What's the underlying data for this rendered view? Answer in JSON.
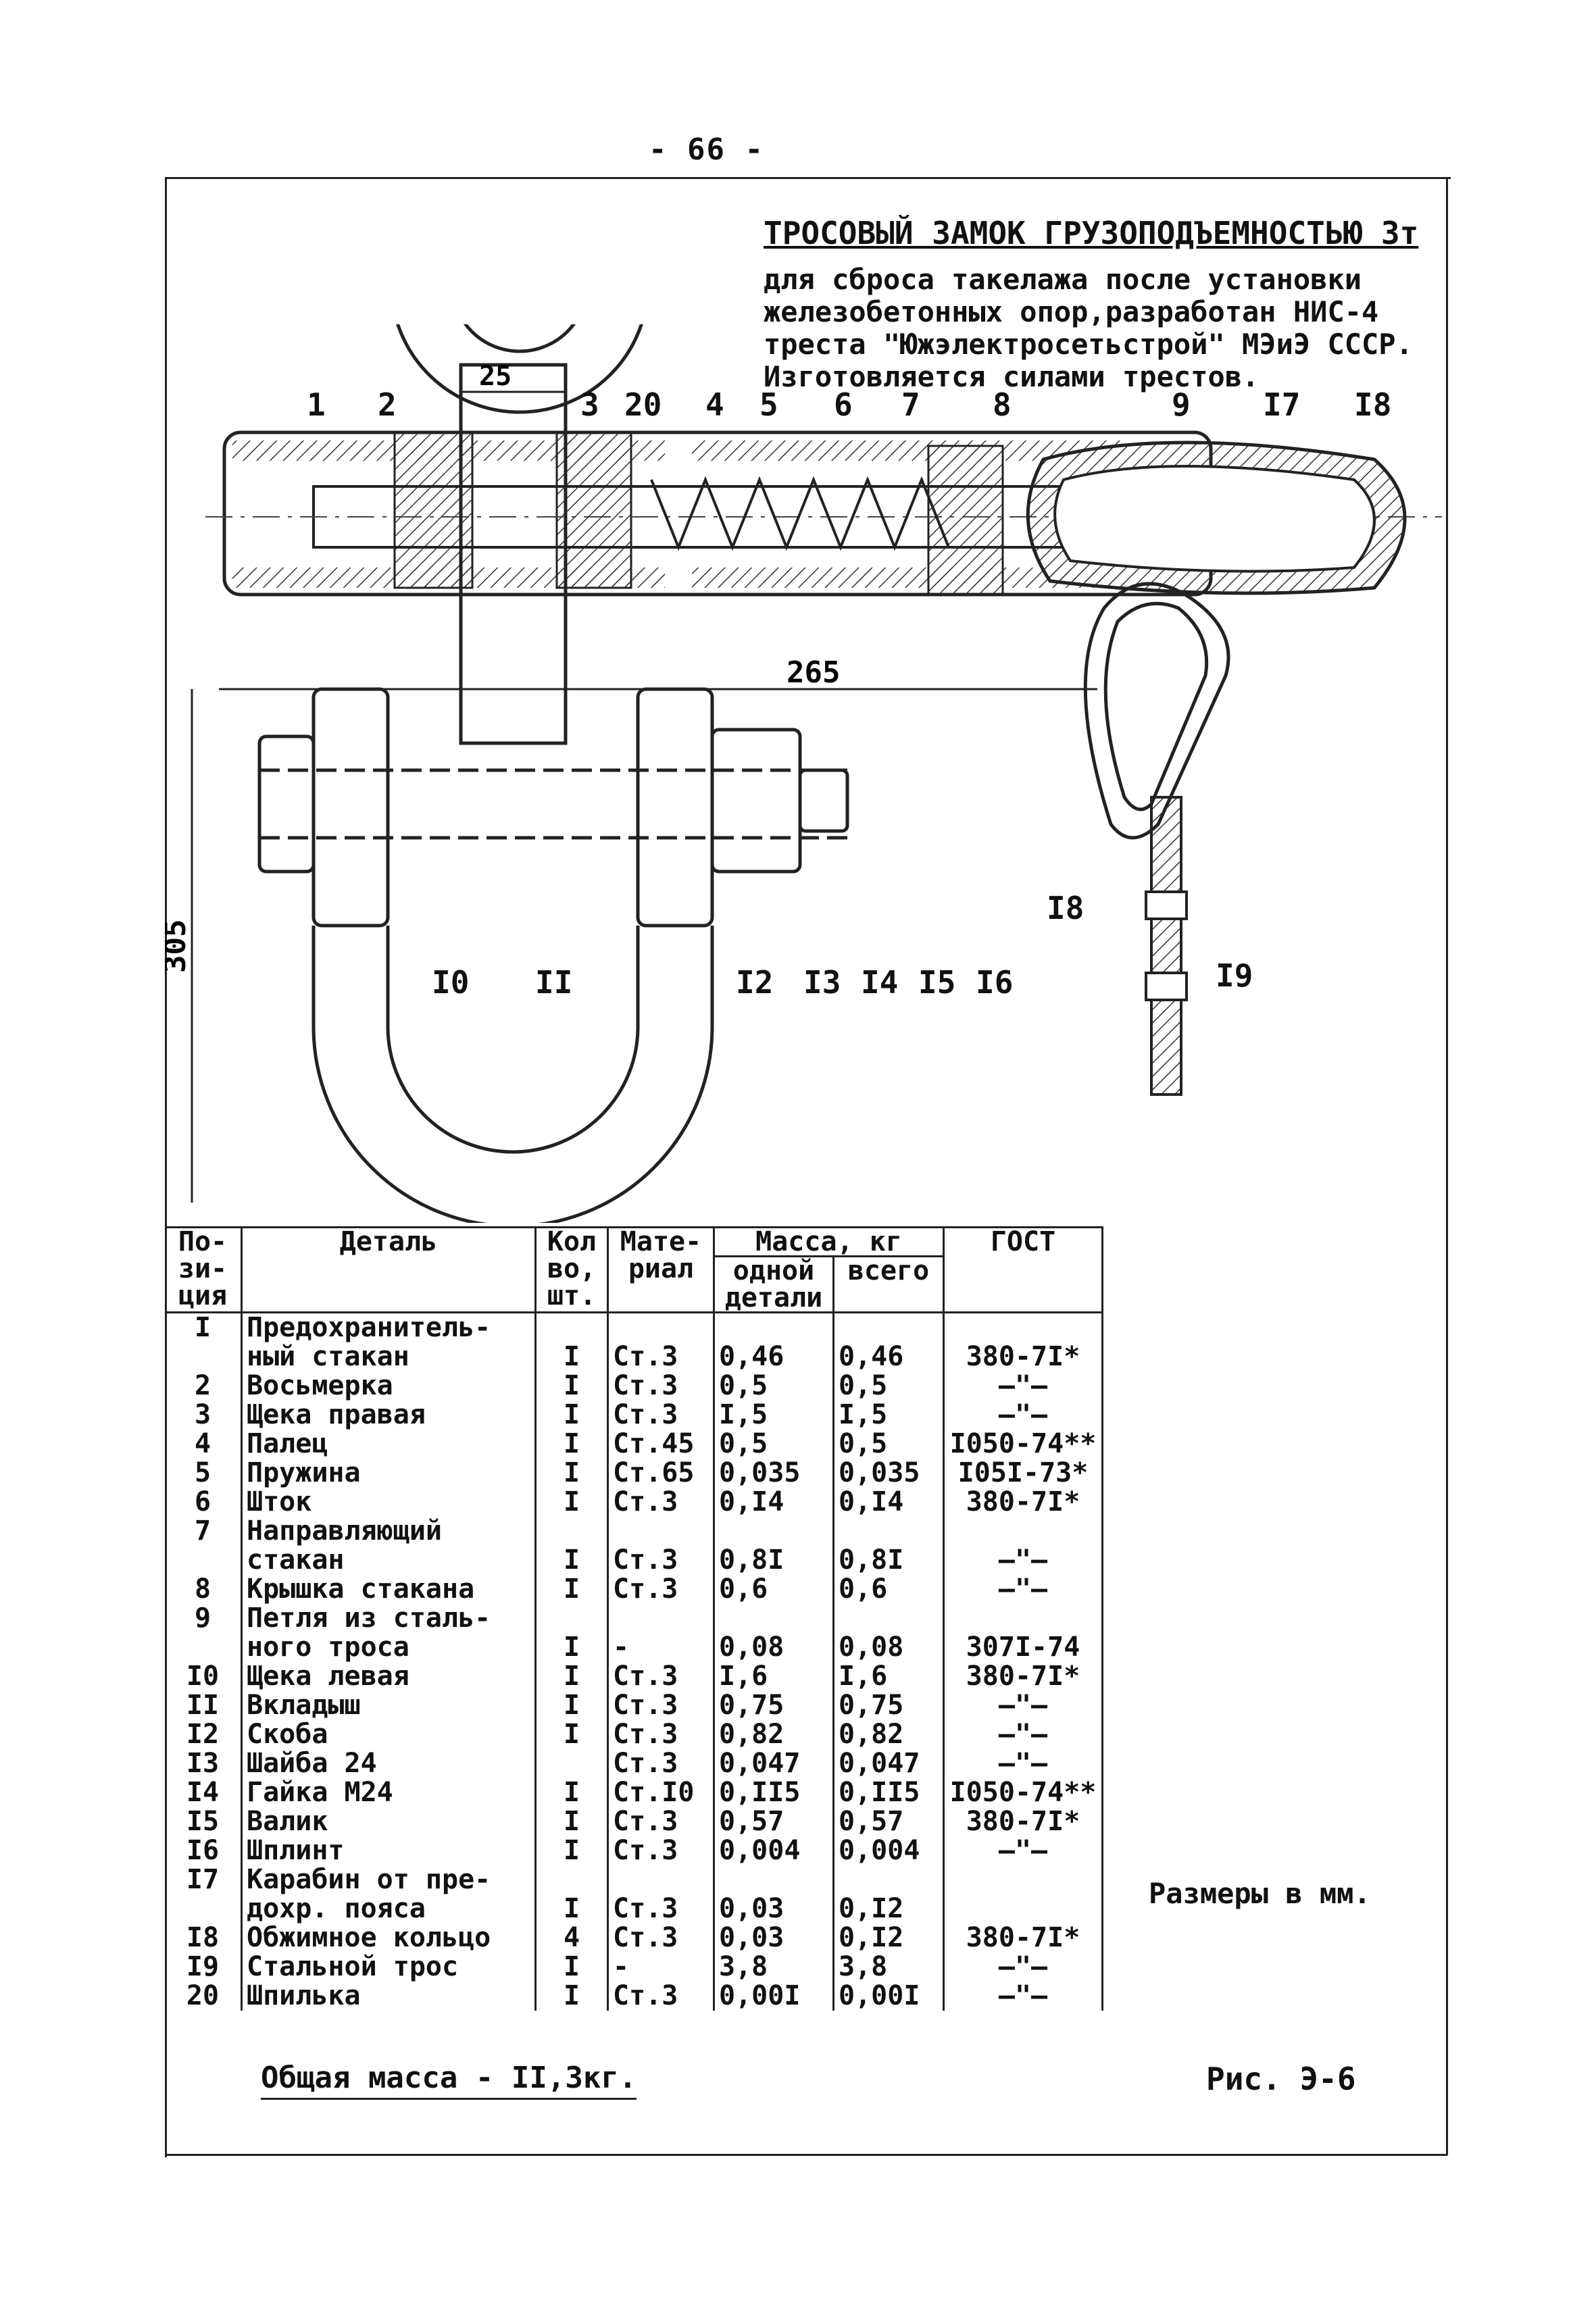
{
  "page_number": "- 66 -",
  "title": "ТРОСОВЫЙ ЗАМОК ГРУЗОПОДЪЕМНОСТЬЮ 3т",
  "description": "для сброса такелажа после установки\nжелезобетонных опор,разработан НИС-4\nтреста \"Южэлектросетьстрой\" МЭиЭ СССР.\nИзготовляется силами трестов.",
  "dimensions": {
    "d25": "25",
    "d265": "265",
    "d305": "305"
  },
  "callouts": [
    "1",
    "2",
    "3",
    "20",
    "4",
    "5",
    "6",
    "7",
    "8",
    "9",
    "I7",
    "I8",
    "I0",
    "II",
    "I2",
    "I3",
    "I4",
    "I5",
    "I6",
    "I8",
    "I9"
  ],
  "table": {
    "headers": {
      "pos": "По-\nзи-\nция",
      "detail": "Деталь",
      "qty": "Кол\nво,\nшт.",
      "material": "Мате-\nриал",
      "mass": "Масса, кг",
      "mass_one": "одной\nдетали",
      "mass_all": "всего",
      "gost": "ГОСТ"
    },
    "rows": [
      {
        "pos": "I",
        "detail": "Предохранитель-\nный стакан",
        "qty": "\nI",
        "mat": "\nСт.3",
        "m1": "\n0,46",
        "m2": "\n0,46",
        "gost": "\n380-7I*"
      },
      {
        "pos": "2",
        "detail": "Восьмерка",
        "qty": "I",
        "mat": "Ст.3",
        "m1": "0,5",
        "m2": "0,5",
        "gost": "—\"—"
      },
      {
        "pos": "3",
        "detail": "Щека правая",
        "qty": "I",
        "mat": "Ст.3",
        "m1": "I,5",
        "m2": "I,5",
        "gost": "—\"—"
      },
      {
        "pos": "4",
        "detail": "Палец",
        "qty": "I",
        "mat": "Ст.45",
        "m1": "0,5",
        "m2": "0,5",
        "gost": "I050-74**"
      },
      {
        "pos": "5",
        "detail": "Пружина",
        "qty": "I",
        "mat": "Ст.65",
        "m1": "0,035",
        "m2": "0,035",
        "gost": "I05I-73*"
      },
      {
        "pos": "6",
        "detail": "Шток",
        "qty": "I",
        "mat": "Ст.3",
        "m1": "0,I4",
        "m2": "0,I4",
        "gost": "380-7I*"
      },
      {
        "pos": "7",
        "detail": "Направляющий\nстакан",
        "qty": "\nI",
        "mat": "\nСт.3",
        "m1": "\n0,8I",
        "m2": "\n0,8I",
        "gost": "\n—\"—"
      },
      {
        "pos": "8",
        "detail": "Крышка стакана",
        "qty": "I",
        "mat": "Ст.3",
        "m1": "0,6",
        "m2": "0,6",
        "gost": "—\"—"
      },
      {
        "pos": "9",
        "detail": "Петля из сталь-\nного троса",
        "qty": "\nI",
        "mat": "\n-",
        "m1": "\n0,08",
        "m2": "\n0,08",
        "gost": "\n307I-74"
      },
      {
        "pos": "I0",
        "detail": "Щека левая",
        "qty": "I",
        "mat": "Ст.3",
        "m1": "I,6",
        "m2": "I,6",
        "gost": "380-7I*"
      },
      {
        "pos": "II",
        "detail": "Вкладыш",
        "qty": "I",
        "mat": "Ст.3",
        "m1": "0,75",
        "m2": "0,75",
        "gost": "—\"—"
      },
      {
        "pos": "I2",
        "detail": "Скоба",
        "qty": "I",
        "mat": "Ст.3",
        "m1": "0,82",
        "m2": "0,82",
        "gost": "—\"—"
      },
      {
        "pos": "I3",
        "detail": "Шайба 24",
        "qty": "",
        "mat": "Ст.3",
        "m1": "0,047",
        "m2": "0,047",
        "gost": "—\"—"
      },
      {
        "pos": "I4",
        "detail": "Гайка М24",
        "qty": "I",
        "mat": "Ст.I0",
        "m1": "0,II5",
        "m2": "0,II5",
        "gost": "I050-74**"
      },
      {
        "pos": "I5",
        "detail": "Валик",
        "qty": "I",
        "mat": "Ст.3",
        "m1": "0,57",
        "m2": "0,57",
        "gost": "380-7I*"
      },
      {
        "pos": "I6",
        "detail": "Шплинт",
        "qty": "I",
        "mat": "Ст.3",
        "m1": "0,004",
        "m2": "0,004",
        "gost": "—\"—"
      },
      {
        "pos": "I7",
        "detail": "Карабин от пре-\nдохр. пояса",
        "qty": "\nI",
        "mat": "\nСт.3",
        "m1": "\n0,03",
        "m2": "\n0,I2",
        "gost": "\n"
      },
      {
        "pos": "I8",
        "detail": "Обжимное кольцо",
        "qty": "4",
        "mat": "Ст.3",
        "m1": "0,03",
        "m2": "0,I2",
        "gost": "380-7I*"
      },
      {
        "pos": "I9",
        "detail": "Стальной трос",
        "qty": "I",
        "mat": "-",
        "m1": "3,8",
        "m2": "3,8",
        "gost": "—\"—"
      },
      {
        "pos": "20",
        "detail": "Шпилька",
        "qty": "I",
        "mat": "Ст.3",
        "m1": "0,00I",
        "m2": "0,00I",
        "gost": "—\"—"
      }
    ]
  },
  "total": "Общая масса - II,3кг.",
  "sizes_note": "Размеры в мм.",
  "figure": "Рис. Э-6"
}
